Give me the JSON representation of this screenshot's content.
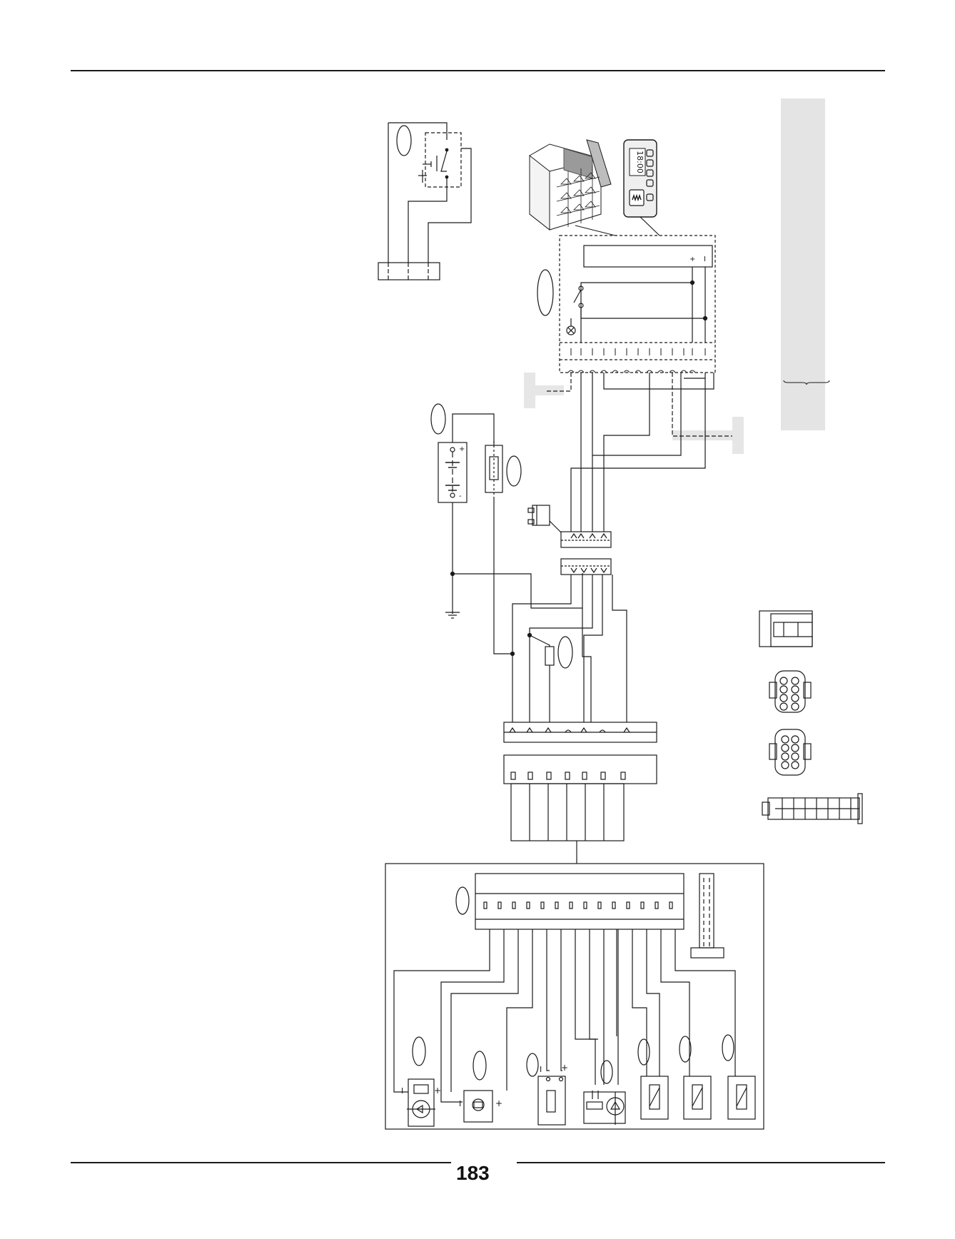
{
  "page": {
    "number": "183"
  },
  "controller": {
    "display_time": "18:00",
    "plus_label": "+",
    "minus_label": "I",
    "logo_icon": "triple-wave-icon",
    "buttons": [
      "up-arrow-icon",
      "down-arrow-icon",
      "menu-icon",
      "blank-icon",
      "power-icon"
    ]
  },
  "battery": {
    "plus_label": "+",
    "minus_label": "-"
  },
  "components": {
    "left_plus": "+",
    "left_minus": "I",
    "mid_plus": "+",
    "mid_minus": "I",
    "center_plus": "+",
    "center_minus": "I"
  },
  "colors": {
    "line": "#1a1a1a",
    "shade": "#e8e8e8",
    "panel": "#e4e4e4"
  }
}
